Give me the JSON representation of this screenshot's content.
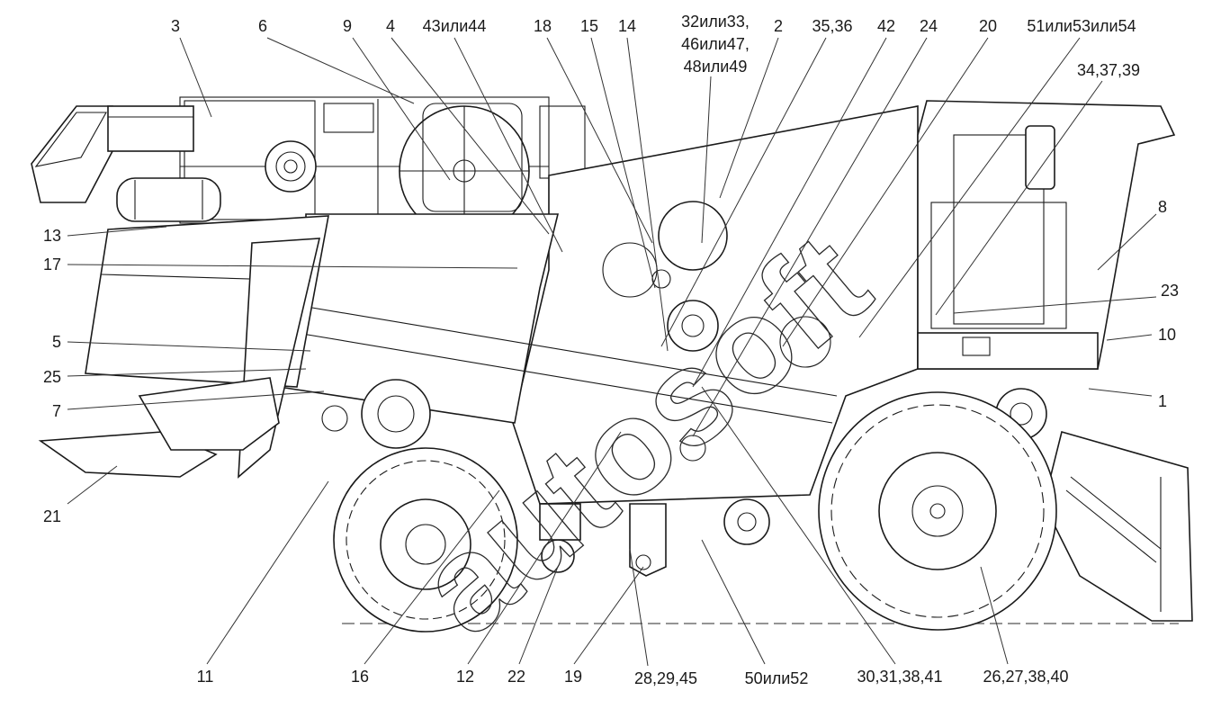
{
  "watermark": "autosoft",
  "labels": {
    "l3": "3",
    "l6": "6",
    "l9": "9",
    "l4": "4",
    "l43": "43или44",
    "l18": "18",
    "l15": "15",
    "l14": "14",
    "l32a": "32или33,",
    "l32b": "46или47,",
    "l32c": "48или49",
    "l2": "2",
    "l35": "35,36",
    "l42": "42",
    "l24": "24",
    "l20": "20",
    "l51": "51или53или54",
    "l34": "34,37,39",
    "l13": "13",
    "l17": "17",
    "l8": "8",
    "l23": "23",
    "l5": "5",
    "l10": "10",
    "l25": "25",
    "l1": "1",
    "l7": "7",
    "l21": "21",
    "l11": "11",
    "l16": "16",
    "l12": "12",
    "l22": "22",
    "l19": "19",
    "l28": "28,29,45",
    "l50": "50или52",
    "l30": "30,31,38,41",
    "l26": "26,27,38,40"
  }
}
